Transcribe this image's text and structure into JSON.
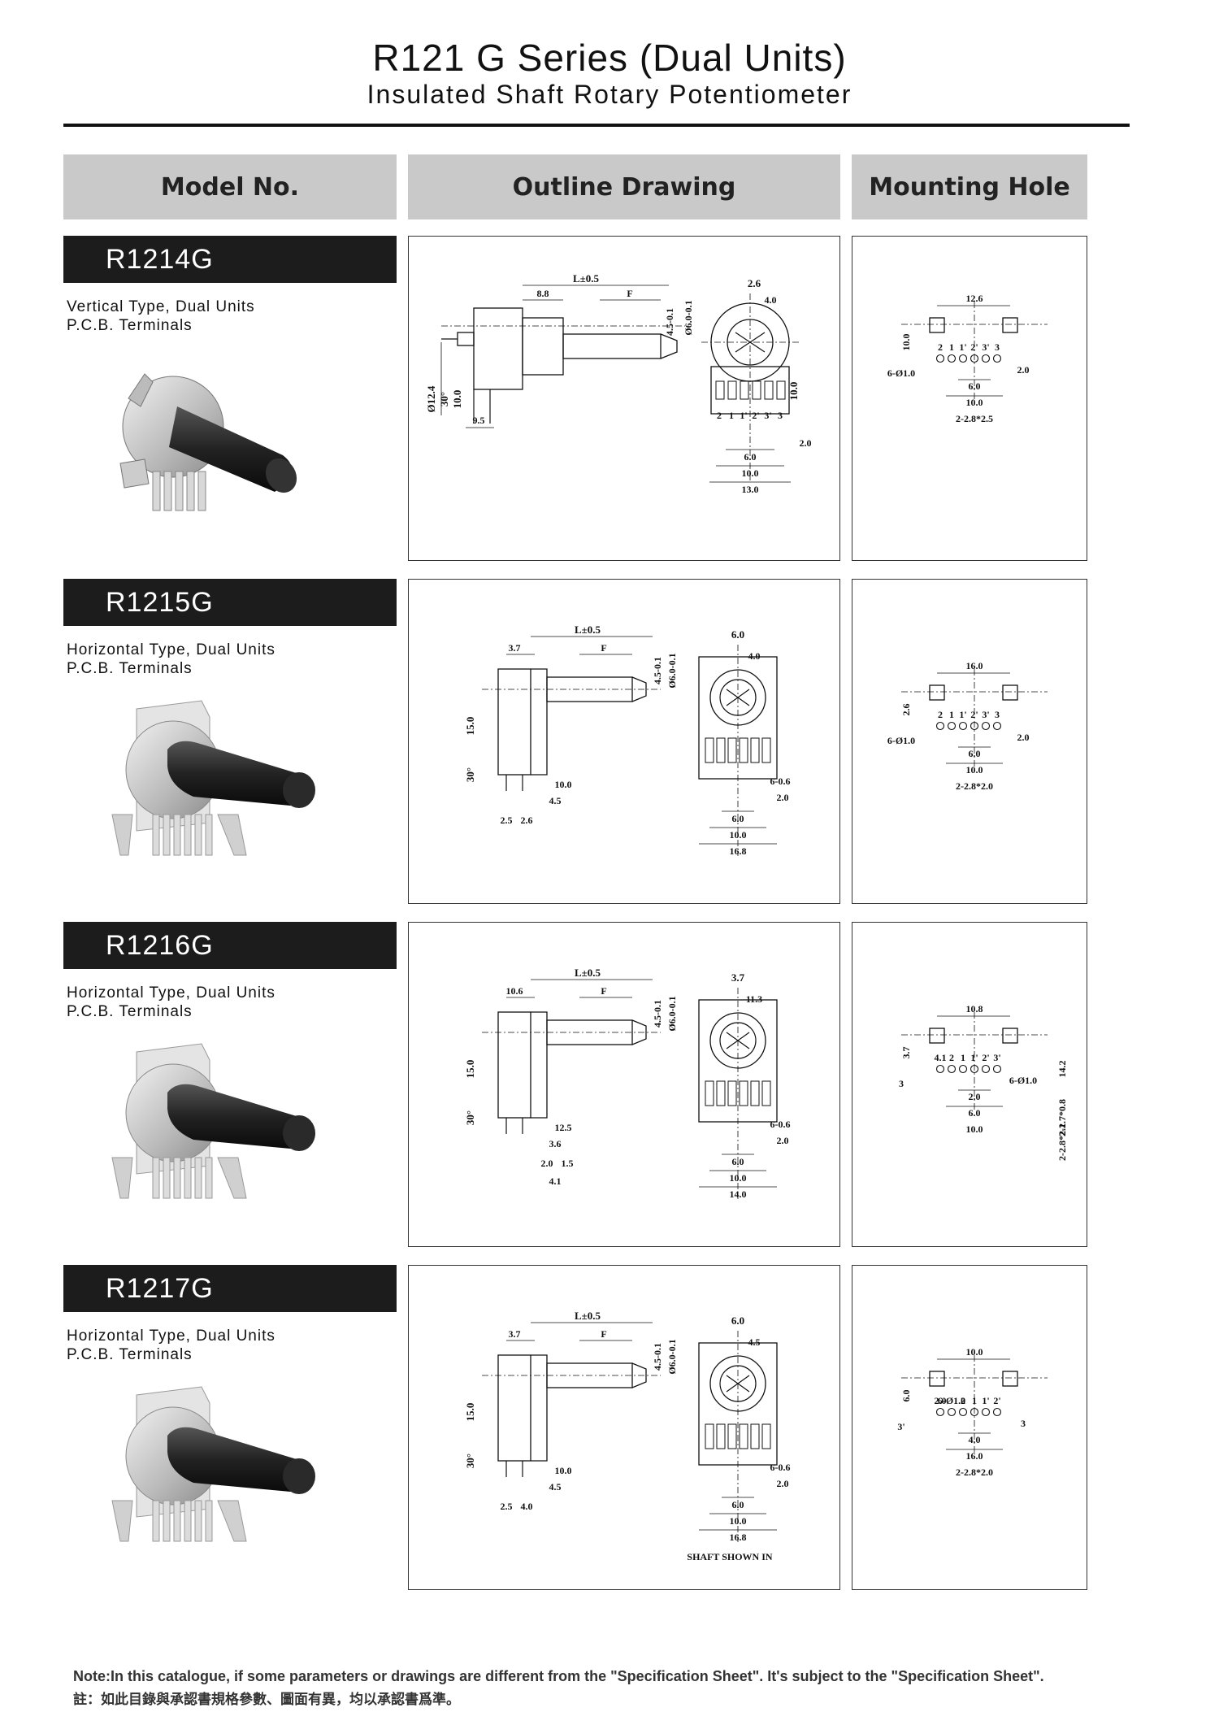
{
  "header": {
    "title": "R121 G Series (Dual Units)",
    "subtitle": "Insulated Shaft Rotary Potentiometer"
  },
  "columns": {
    "model": "Model No.",
    "outline": "Outline Drawing",
    "mounting": "Mounting Hole"
  },
  "products": [
    {
      "model": "R1214G",
      "line1": "Vertical Type, Dual Units",
      "line2": "P.C.B. Terminals",
      "outline_labels": [
        "L±0.5",
        "8.8",
        "F",
        "4.5-0.1",
        "Ø6.0-0.1",
        "Ø12.4",
        "30°",
        "10.0",
        "9.5",
        "2.6",
        "4.0",
        "10.0",
        "2",
        "1",
        "1'",
        "2'",
        "3'",
        "3",
        "2.0",
        "6.0",
        "10.0",
        "13.0"
      ],
      "mount_labels": [
        "12.6",
        "10.0",
        "2",
        "1",
        "1'",
        "2'",
        "3'",
        "3",
        "6-Ø1.0",
        "2.0",
        "6.0",
        "10.0",
        "2-2.8*2.5"
      ]
    },
    {
      "model": "R1215G",
      "line1": "Horizontal Type, Dual Units",
      "line2": "P.C.B. Terminals",
      "outline_labels": [
        "L±0.5",
        "3.7",
        "F",
        "4.5-0.1",
        "Ø6.0-0.1",
        "15.0",
        "30°",
        "10.0",
        "4.5",
        "2.5",
        "2.6",
        "6.0",
        "4.0",
        "6-0.6",
        "2.0",
        "6.0",
        "10.0",
        "16.8"
      ],
      "mount_labels": [
        "16.0",
        "2.6",
        "2",
        "1",
        "1'",
        "2'",
        "3'",
        "3",
        "6-Ø1.0",
        "2.0",
        "6.0",
        "10.0",
        "2-2.8*2.0"
      ]
    },
    {
      "model": "R1216G",
      "line1": "Horizontal Type, Dual Units",
      "line2": "P.C.B. Terminals",
      "outline_labels": [
        "L±0.5",
        "10.6",
        "F",
        "4.5-0.1",
        "Ø6.0-0.1",
        "15.0",
        "30°",
        "12.5",
        "3.6",
        "2.0",
        "1.5",
        "4.1",
        "3.7",
        "11.3",
        "6-0.6",
        "2.0",
        "6.0",
        "10.0",
        "14.0"
      ],
      "mount_labels": [
        "10.8",
        "3.7",
        "4.1",
        "2",
        "1",
        "1'",
        "2'",
        "3'",
        "3",
        "6-Ø1.0",
        "2.0",
        "6.0",
        "10.0",
        "14.2",
        "2-1.7*0.8",
        "2-2.8*2.2"
      ]
    },
    {
      "model": "R1217G",
      "line1": "Horizontal Type, Dual Units",
      "line2": "P.C.B. Terminals",
      "outline_labels": [
        "L±0.5",
        "3.7",
        "F",
        "4.5-0.1",
        "Ø6.0-0.1",
        "15.0",
        "30°",
        "10.0",
        "4.5",
        "2.5",
        "4.0",
        "6.0",
        "4.5",
        "6-0.6",
        "2.0",
        "6.0",
        "10.0",
        "16.8",
        "SHAFT SHOWN IN"
      ],
      "mount_labels": [
        "10.0",
        "6.0",
        "2.0",
        "6-Ø1.0",
        "2",
        "1",
        "1'",
        "2'",
        "3'",
        "3",
        "4.0",
        "16.0",
        "2-2.8*2.0"
      ]
    }
  ],
  "footer": {
    "note_en": "Note:In this catalogue, if some parameters or drawings are different from the \"Specification Sheet\". It's subject to the \"Specification Sheet\".",
    "note_zh": "註：如此目錄與承認書規格參數、圖面有異，均以承認書爲準。"
  },
  "colors": {
    "header_bg": "#c9c9c9",
    "model_bar_bg": "#1c1c1c"
  }
}
